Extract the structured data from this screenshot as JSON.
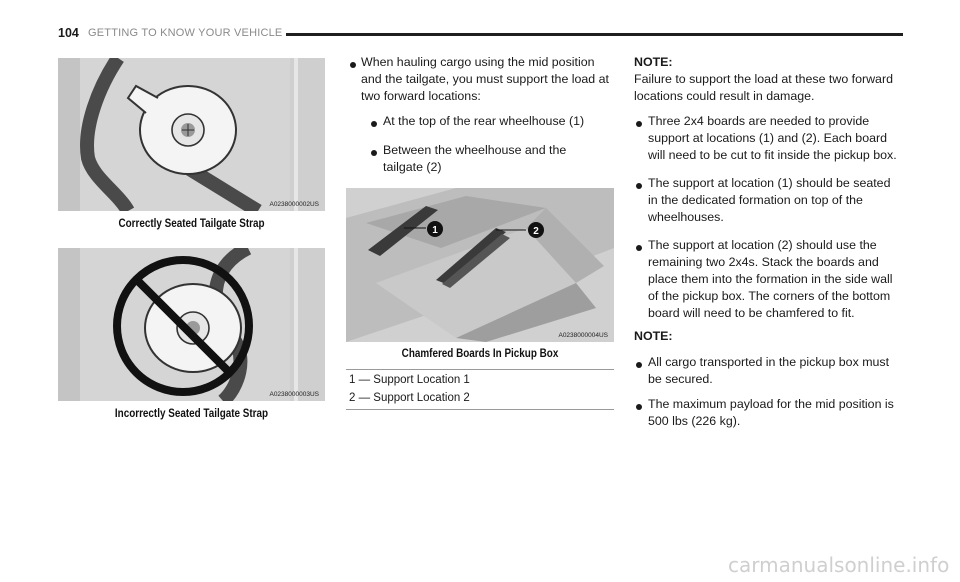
{
  "header": {
    "page_number": "104",
    "section_title": "GETTING TO KNOW YOUR VEHICLE"
  },
  "figures": [
    {
      "id": "A0238000002US",
      "caption": "Correctly Seated Tailgate Strap"
    },
    {
      "id": "A0238000003US",
      "caption": "Incorrectly Seated Tailgate Strap"
    },
    {
      "id": "A0238000004US",
      "caption": "Chamfered Boards In Pickup Box",
      "callouts": [
        "1",
        "2"
      ]
    }
  ],
  "middle": {
    "bullet_intro_l1": "When hauling cargo using the mid position",
    "bullet_intro_l2": "and the tailgate, you must support the load at",
    "bullet_intro_l3": "two forward locations:",
    "sub_bullet_1": "At the top of the rear wheelhouse (1)",
    "sub_bullet_2_l1": "Between the wheelhouse and the",
    "sub_bullet_2_l2": "tailgate (2)",
    "legend": [
      "1 — Support Location 1",
      "2 — Support Location 2"
    ]
  },
  "right": {
    "note1_label": "NOTE:",
    "note1_l1": "Failure to support the load at these two forward",
    "note1_l2": "locations could result in damage.",
    "b1_l1": "Three 2x4 boards are needed to provide",
    "b1_l2": "support at locations (1) and (2). Each board",
    "b1_l3": "will need to be cut to fit inside the pickup box.",
    "b2_l1": "The support at location (1) should be seated",
    "b2_l2": "in the dedicated formation on top of the",
    "b2_l3": "wheelhouses.",
    "b3_l1": "The support at location (2) should use the",
    "b3_l2": "remaining two 2x4s. Stack the boards and",
    "b3_l3": "place them into the formation in the side wall",
    "b3_l4": "of the pickup box. The corners of the bottom",
    "b3_l5": "board will need to be chamfered to fit.",
    "note2_label": "NOTE:",
    "b4_l1": "All cargo transported in the pickup box must",
    "b4_l2": "be secured.",
    "b5_l1": "The maximum payload for the mid position is",
    "b5_l2": "500 lbs (226 kg)."
  },
  "watermark": "carmanualsonline.info"
}
